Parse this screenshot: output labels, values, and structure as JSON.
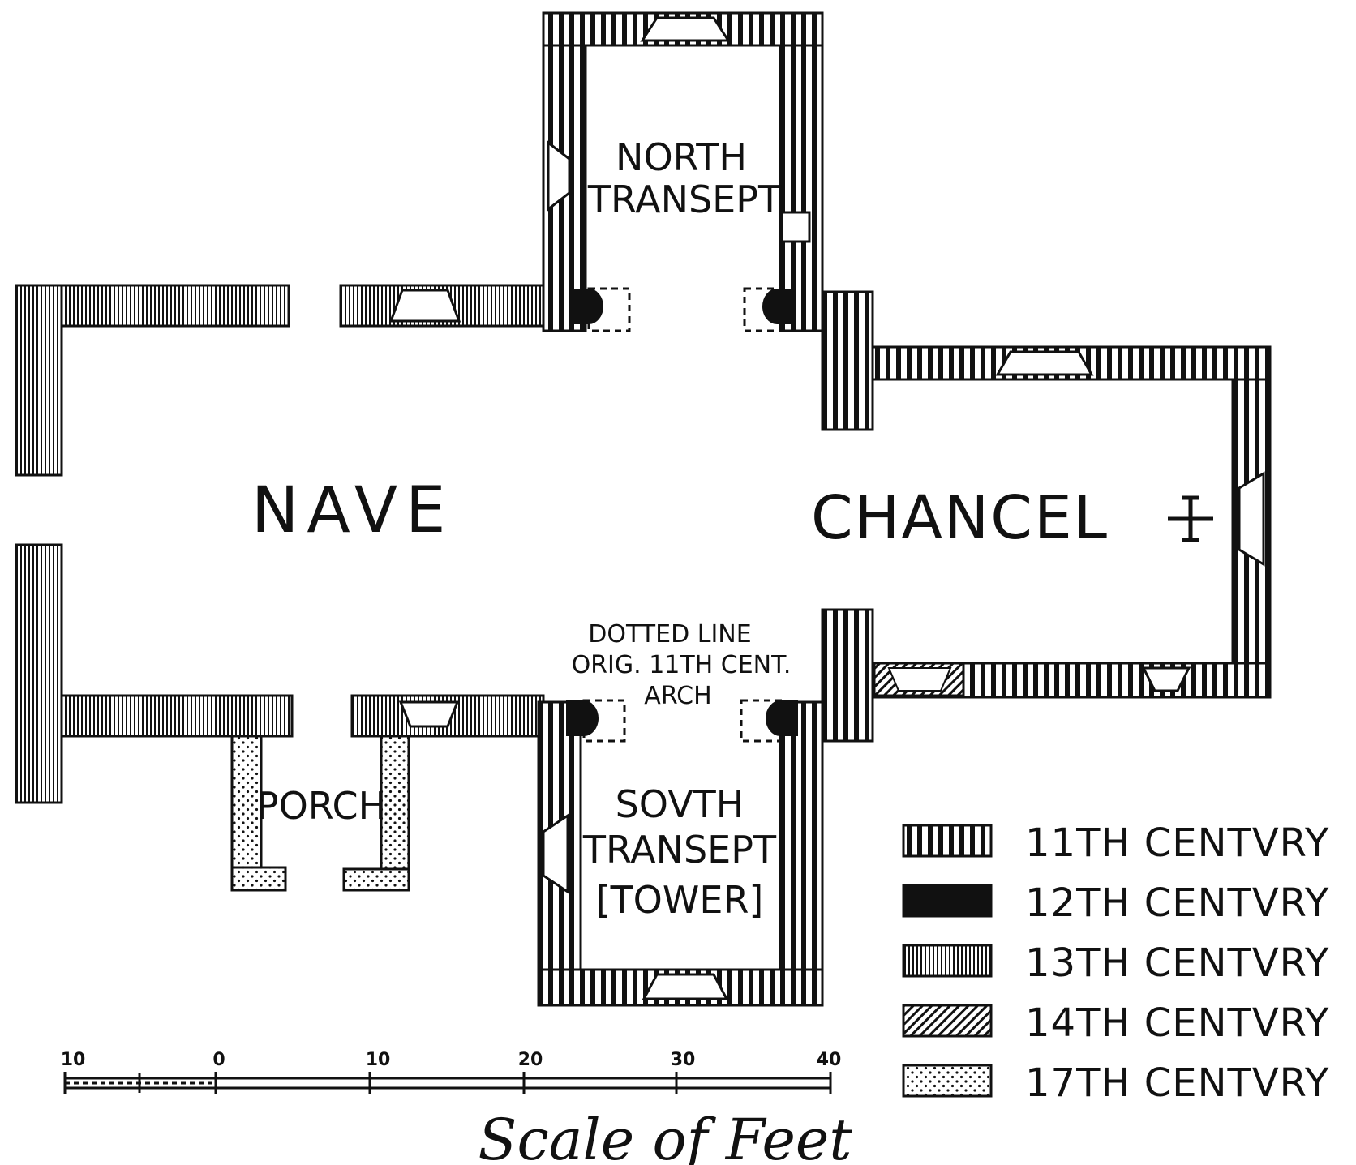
{
  "rooms": {
    "nave": "NAVE",
    "chancel": "CHANCEL",
    "north_transept_line1": "NORTH",
    "north_transept_line2": "TRANSEPT",
    "south_transept_line1": "SOVTH",
    "south_transept_line2": "TRANSEPT",
    "south_transept_line3": "[TOWER]",
    "porch": "PORCH"
  },
  "annotation": {
    "line1": "DOTTED LINE",
    "line2": "ORIG. 11TH CENT.",
    "line3": "ARCH"
  },
  "legend": [
    {
      "label": "11TH CENTVRY",
      "pattern": "vertical-bars"
    },
    {
      "label": "12TH CENTVRY",
      "pattern": "solid-black"
    },
    {
      "label": "13TH CENTVRY",
      "pattern": "fine-vertical-lines"
    },
    {
      "label": "14TH CENTVRY",
      "pattern": "diagonal-hatch"
    },
    {
      "label": "17TH CENTVRY",
      "pattern": "dotted"
    }
  ],
  "scale": {
    "ticks": [
      "10",
      "0",
      "10",
      "20",
      "30",
      "40"
    ],
    "title": "Scale of Feet"
  },
  "colors": {
    "ink": "#111111",
    "paper": "#ffffff"
  }
}
